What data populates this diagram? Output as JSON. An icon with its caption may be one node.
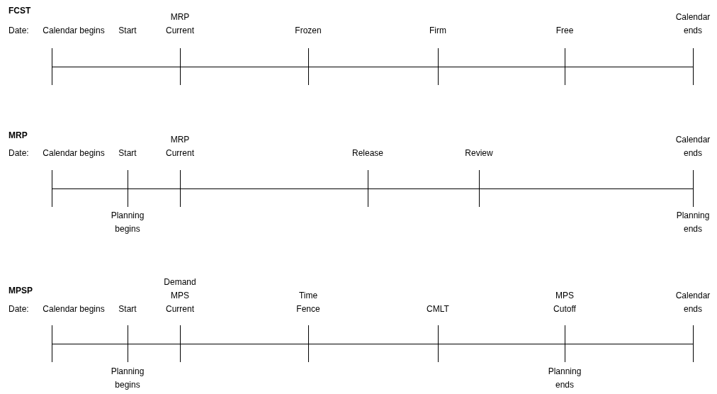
{
  "diagram": {
    "labels": [
      "FCST",
      "Date:",
      "Calendar begins",
      "Start",
      "MRP Current",
      "Frozen",
      "Firm",
      "Free",
      "Calendar ends",
      "MRP",
      "Date:",
      "Calendar begins",
      "Start",
      "MRP Current",
      "Release",
      "Review",
      "Calendar ends",
      "Planning begins",
      "Planning ends",
      "MPSP",
      "Date:",
      "Calendar begins",
      "Start",
      "Demand MPS Current",
      "Time Fence",
      "CMLT",
      "MPS Cutoff",
      "Calendar ends",
      "Planning begins",
      "Planning ends"
    ]
  }
}
